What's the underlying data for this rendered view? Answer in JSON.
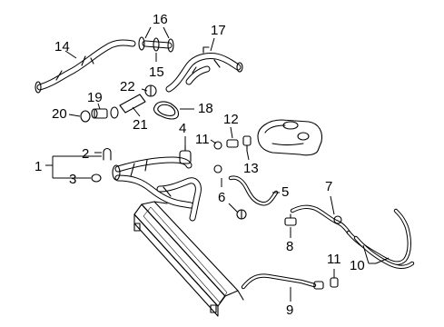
{
  "callouts": [
    {
      "id": "c1",
      "label": "1"
    },
    {
      "id": "c2",
      "label": "2"
    },
    {
      "id": "c3",
      "label": "3"
    },
    {
      "id": "c4",
      "label": "4"
    },
    {
      "id": "c5",
      "label": "5"
    },
    {
      "id": "c6",
      "label": "6"
    },
    {
      "id": "c7",
      "label": "7"
    },
    {
      "id": "c8",
      "label": "8"
    },
    {
      "id": "c9",
      "label": "9"
    },
    {
      "id": "c10",
      "label": "10"
    },
    {
      "id": "c11a",
      "label": "11"
    },
    {
      "id": "c11b",
      "label": "11"
    },
    {
      "id": "c12",
      "label": "12"
    },
    {
      "id": "c13",
      "label": "13"
    },
    {
      "id": "c14",
      "label": "14"
    },
    {
      "id": "c15",
      "label": "15"
    },
    {
      "id": "c16",
      "label": "16"
    },
    {
      "id": "c17",
      "label": "17"
    },
    {
      "id": "c18",
      "label": "18"
    },
    {
      "id": "c19",
      "label": "19"
    },
    {
      "id": "c20",
      "label": "20"
    },
    {
      "id": "c21",
      "label": "21"
    },
    {
      "id": "c22",
      "label": "22"
    }
  ]
}
